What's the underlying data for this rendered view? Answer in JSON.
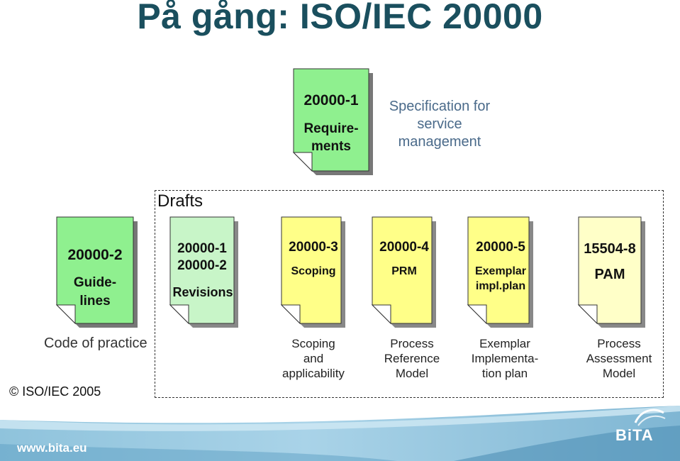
{
  "title": "På gång: ISO/IEC 20000",
  "top_doc": {
    "line1": "20000-1",
    "line2": "Require-",
    "line3": "ments",
    "color": "#8ff08f"
  },
  "spec_text": {
    "line1": "Specification for",
    "line2": "service",
    "line3": "management"
  },
  "drafts_label": "Drafts",
  "guidelines_doc": {
    "line1": "20000-2",
    "line2": "Guide-",
    "line3": "lines",
    "color": "#8ff08f"
  },
  "revisions_doc": {
    "line1": "20000-1",
    "line2": "20000-2",
    "line3": "Revisions",
    "color": "#c8f5c8"
  },
  "drafts": [
    {
      "code": "20000-3",
      "label1": "Scoping",
      "label2": "",
      "color": "#ffff88",
      "desc": [
        "Scoping",
        "and",
        "applicability"
      ]
    },
    {
      "code": "20000-4",
      "label1": "PRM",
      "label2": "",
      "color": "#ffff88",
      "desc": [
        "Process",
        "Reference",
        "Model"
      ]
    },
    {
      "code": "20000-5",
      "label1": "Exemplar",
      "label2": "impl.plan",
      "color": "#ffff88",
      "desc": [
        "Exemplar",
        "Implementa-",
        "tion plan"
      ]
    },
    {
      "code": "15504-8",
      "label1": "PAM",
      "label2": "",
      "color": "#ffffc8",
      "desc": [
        "Process",
        "Assessment",
        "Model"
      ]
    }
  ],
  "code_of_practice": "Code of practice",
  "copyright": "© ISO/IEC 2005",
  "footer": {
    "url": "www.bita.eu",
    "brand": "BiTA"
  }
}
